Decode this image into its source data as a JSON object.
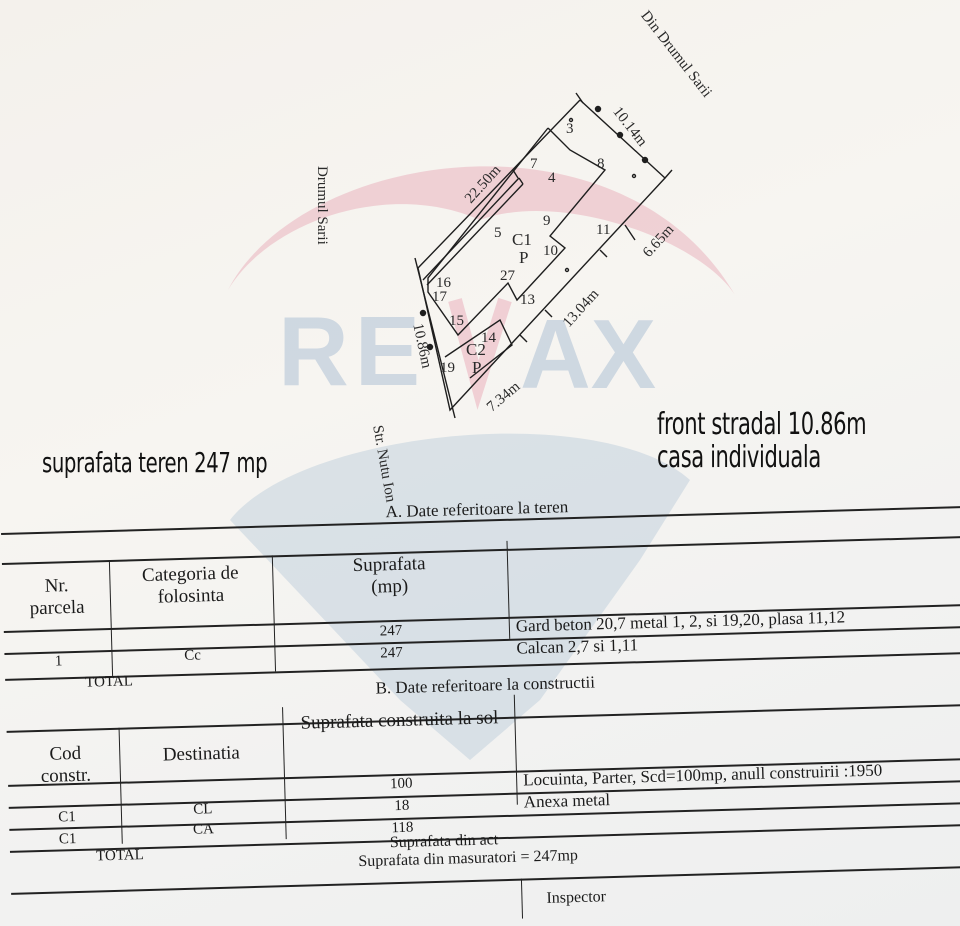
{
  "watermark": {
    "brand": "RE/MAX",
    "colors": {
      "red": "#e8a8b4",
      "blue": "#b7c8dc"
    }
  },
  "plan": {
    "streets": {
      "top_right": "Din Drumul Sarii",
      "left": "Drumul Sarii",
      "bottom": "Str. Nutu Ion"
    },
    "dimensions": {
      "d_22_50": "22.50m",
      "d_10_14": "10.14m",
      "d_6_65": "6.65m",
      "d_13_04": "13.04m",
      "d_10_86": "10.86m",
      "d_7_34": "7.34m"
    },
    "points": [
      "3",
      "4",
      "5",
      "7",
      "8",
      "9",
      "10",
      "11",
      "13",
      "14",
      "15",
      "16",
      "17",
      "19",
      "27"
    ],
    "buildings": [
      {
        "code": "C1",
        "floor": "P"
      },
      {
        "code": "C2",
        "floor": "P"
      }
    ]
  },
  "overlay": {
    "land_area": "suprafata teren 247 mp",
    "street_front": "front stradal 10.86m",
    "house_type": "casa individuala"
  },
  "section_a": {
    "title": "A. Date referitoare la teren",
    "headers": {
      "nr": [
        "Nr.",
        "parcela"
      ],
      "category": [
        "Categoria de",
        "folosinta"
      ],
      "area": [
        "Suprafata",
        "(mp)"
      ]
    },
    "rows": [
      {
        "nr": "1",
        "category": "Cc",
        "area": "247",
        "note": "Gard beton 20,7 metal 1, 2, si 19,20, plasa 11,12"
      }
    ],
    "total": {
      "label": "TOTAL",
      "area": "247",
      "note": "Calcan 2,7 si 1,11"
    }
  },
  "section_b": {
    "title": "B. Date referitoare la constructii",
    "headers": {
      "code": [
        "Cod",
        "constr."
      ],
      "destination": "Destinatia",
      "area": "Suprafata construita la sol"
    },
    "rows": [
      {
        "code": "C1",
        "destination": "CL",
        "area": "100",
        "note": "Locuinta, Parter, Scd=100mp, anull construirii :1950"
      },
      {
        "code": "C1",
        "destination": "CA",
        "area": "18",
        "note": "Anexa metal"
      }
    ],
    "total": {
      "label": "TOTAL",
      "area": "118",
      "note": ""
    }
  },
  "footer": {
    "area_act": "Suprafata din act",
    "area_measured": "Suprafata din masuratori = 247mp",
    "inspector": "Inspector"
  }
}
